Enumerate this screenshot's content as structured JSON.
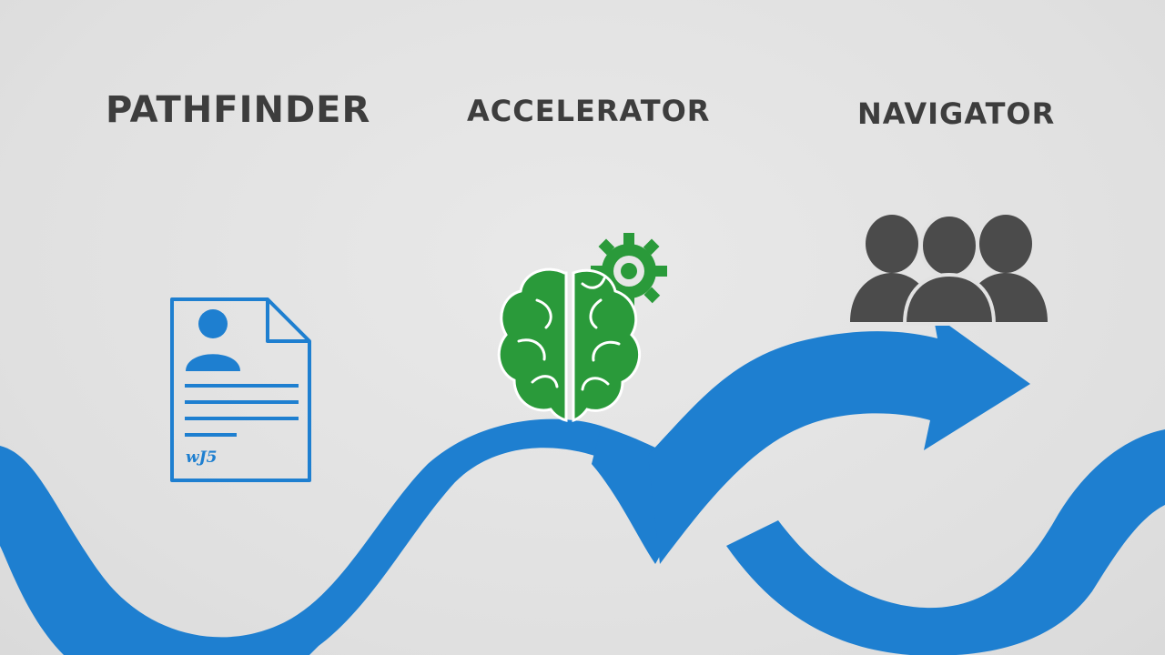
{
  "stages": [
    {
      "id": "pathfinder",
      "title": "PATHFINDER",
      "icon": "resume-document-icon"
    },
    {
      "id": "accelerator",
      "title": "ACCELERATOR",
      "icon": "brain-gear-icon"
    },
    {
      "id": "navigator",
      "title": "NAVIGATOR",
      "icon": "group-people-icon"
    }
  ],
  "document": {
    "signature": "wJ5"
  },
  "colors": {
    "background": "#e2e2e2",
    "path_blue": "#1e7fd0",
    "brain_green": "#2a9a3a",
    "people_gray": "#4b4b4b",
    "text": "#3d3d3d"
  }
}
